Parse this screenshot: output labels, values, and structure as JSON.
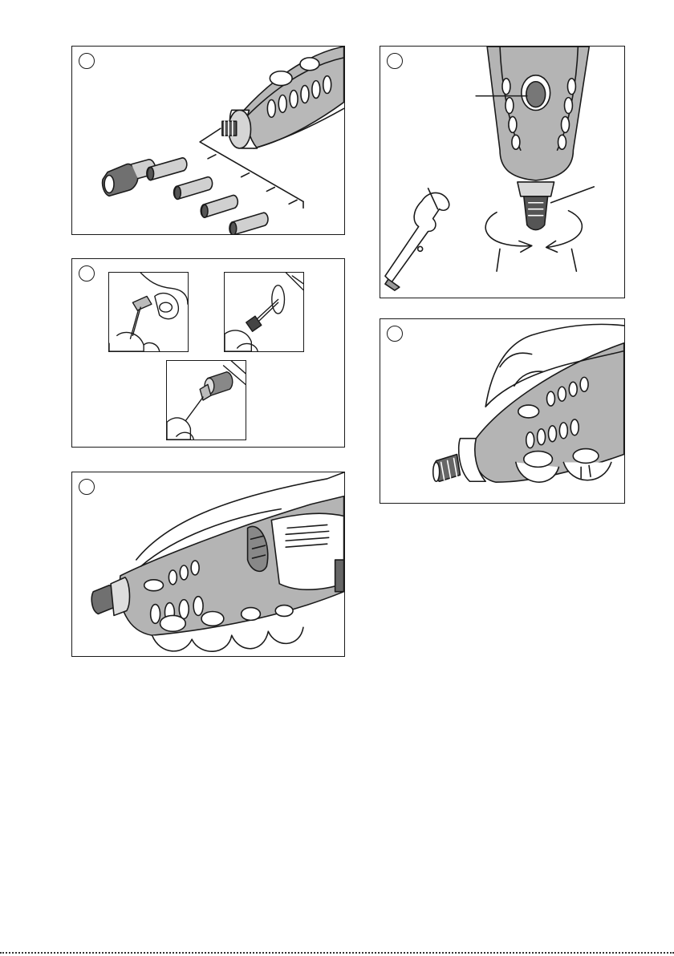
{
  "page": {
    "background": "#ffffff",
    "line_color": "#1a1a1a",
    "shade_color": "#9a9a9a"
  },
  "panels": [
    {
      "id": "panel-1",
      "content": "collets-and-collet-nut"
    },
    {
      "id": "panel-2",
      "content": "inserting-accessories"
    },
    {
      "id": "panel-3",
      "content": "pencil-grip"
    },
    {
      "id": "panel-4",
      "content": "spindle-lock-and-wrench"
    },
    {
      "id": "panel-5",
      "content": "golf-grip"
    }
  ]
}
